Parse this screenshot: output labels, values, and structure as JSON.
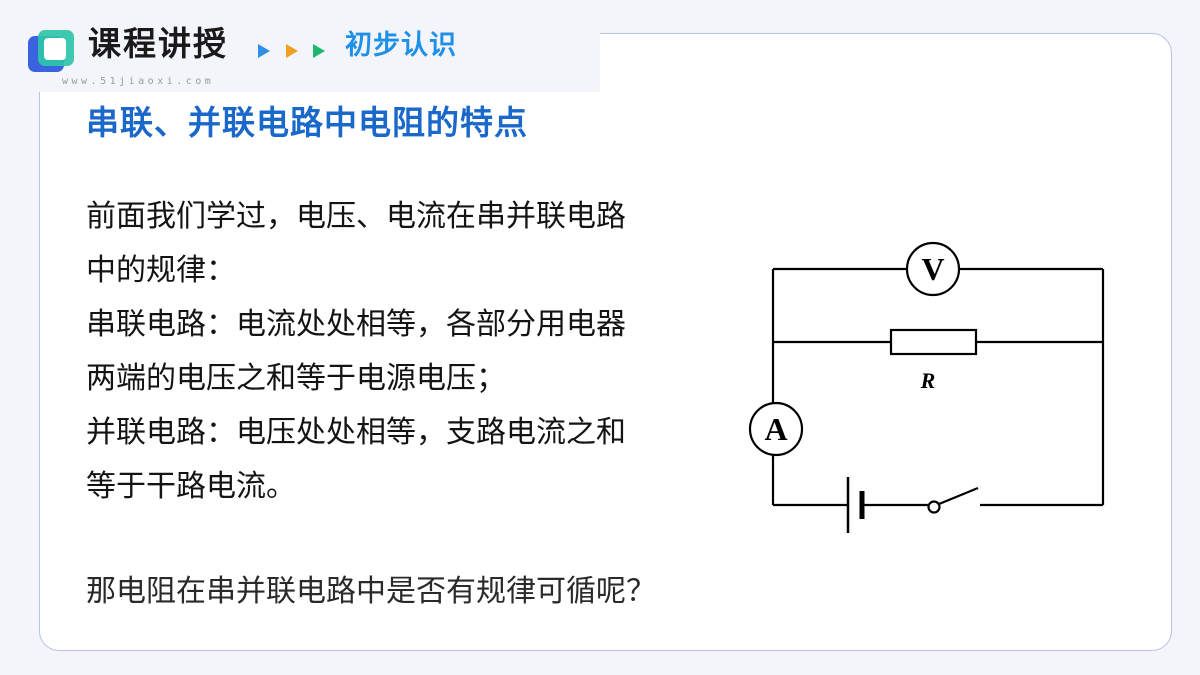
{
  "header": {
    "title": "课程讲授",
    "watermark": "www.51jiaoxi.com",
    "subtitle": "初步认识"
  },
  "heading": "串联、并联电路中电阻的特点",
  "body_lines": [
    "前面我们学过，电压、电流在串并联电路",
    "中的规律：",
    "串联电路：电流处处相等，各部分用电器",
    "两端的电压之和等于电源电压；",
    "并联电路：电压处处相等，支路电流之和",
    "等于干路电流。"
  ],
  "question": "那电阻在串并联电路中是否有规律可循呢？",
  "circuit": {
    "voltmeter_label": "V",
    "ammeter_label": "A",
    "resistor_label": "R"
  },
  "colors": {
    "heading": "#1a68c9",
    "subtitle": "#1e90e8",
    "arrow_blue": "#2f8fe6",
    "arrow_orange": "#f0a020",
    "arrow_green": "#1cb870",
    "card_border": "#b9c3ea"
  }
}
